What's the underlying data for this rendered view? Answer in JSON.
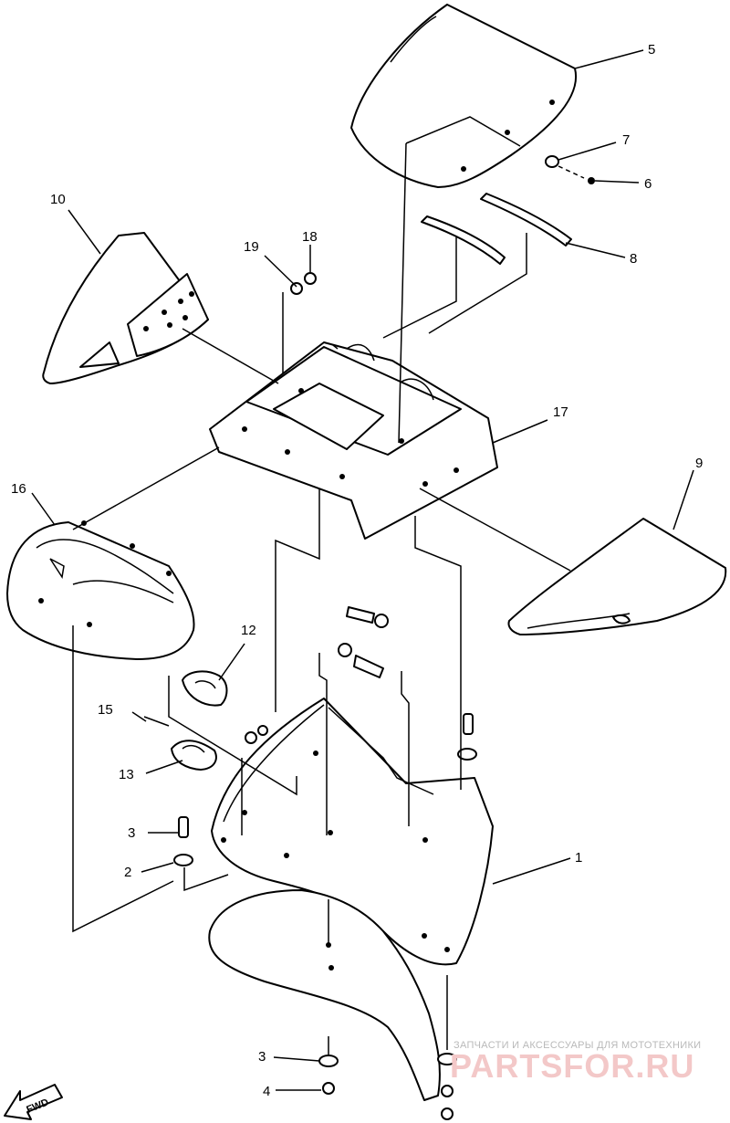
{
  "callouts": [
    {
      "id": "1",
      "label": "1"
    },
    {
      "id": "2",
      "label": "2"
    },
    {
      "id": "3a",
      "label": "3"
    },
    {
      "id": "3b",
      "label": "3"
    },
    {
      "id": "4",
      "label": "4"
    },
    {
      "id": "5",
      "label": "5"
    },
    {
      "id": "6",
      "label": "6"
    },
    {
      "id": "7",
      "label": "7"
    },
    {
      "id": "8",
      "label": "8"
    },
    {
      "id": "9",
      "label": "9"
    },
    {
      "id": "10",
      "label": "10"
    },
    {
      "id": "12",
      "label": "12"
    },
    {
      "id": "13",
      "label": "13"
    },
    {
      "id": "15",
      "label": "15"
    },
    {
      "id": "16",
      "label": "16"
    },
    {
      "id": "17",
      "label": "17"
    },
    {
      "id": "18",
      "label": "18"
    },
    {
      "id": "19",
      "label": "19"
    }
  ],
  "direction_arrow": {
    "label": "FWD"
  },
  "watermark": {
    "subtitle": "ЗАПЧАСТИ И АКСЕССУАРЫ ДЛЯ МОТОТЕХНИКИ",
    "brand": "PARTSFOR.RU",
    "color": "#f3c8c8"
  }
}
